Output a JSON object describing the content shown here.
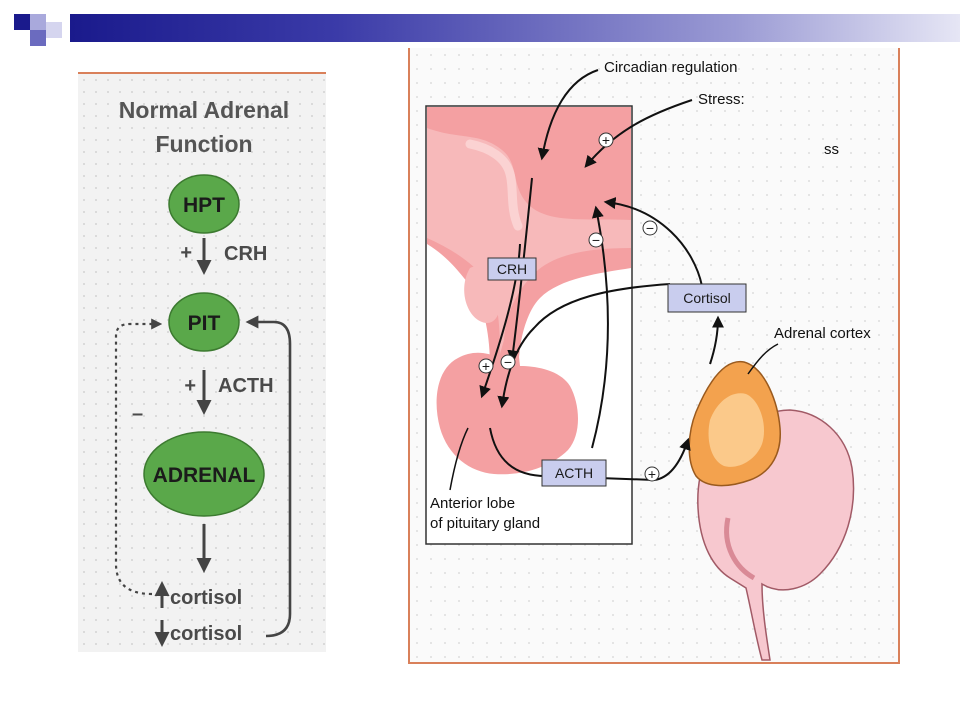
{
  "colors": {
    "header_bar_start": "#1a1a8c",
    "header_bar_end": "#e6e6f5",
    "panel_accent": "#d9805a",
    "node_green": "#5aa84a",
    "label_box_fill": "#c9cdee",
    "hypothalamus_pink": "#f4a0a2",
    "adrenal_orange": "#f3a24e",
    "kidney_pink": "#f7c8cf"
  },
  "left_flowchart": {
    "title_line1": "Normal Adrenal",
    "title_line2": "Function",
    "nodes": {
      "hpt": "HPT",
      "pit": "PIT",
      "adrenal": "ADRENAL"
    },
    "signals": {
      "plus_1": "+",
      "crh": "CRH",
      "plus_2": "+",
      "acth": "ACTH",
      "minus": "–"
    },
    "outputs": {
      "cortisol_up": "cortisol",
      "cortisol_down": "cortisol"
    }
  },
  "right_diagram": {
    "labels": {
      "circadian": "Circadian regulation",
      "stress": "Stress:",
      "ss": "ss",
      "crh": "CRH",
      "cortisol": "Cortisol",
      "acth": "ACTH",
      "adrenal_cortex": "Adrenal cortex",
      "anterior_line1": "Anterior lobe",
      "anterior_line2": "of pituitary gland"
    },
    "signs": {
      "stress_plus": "+",
      "cortisol_minus_1": "−",
      "cortisol_minus_2": "−",
      "crh_plus": "+",
      "cortisol_minus_3": "−",
      "acth_plus": "+"
    }
  }
}
